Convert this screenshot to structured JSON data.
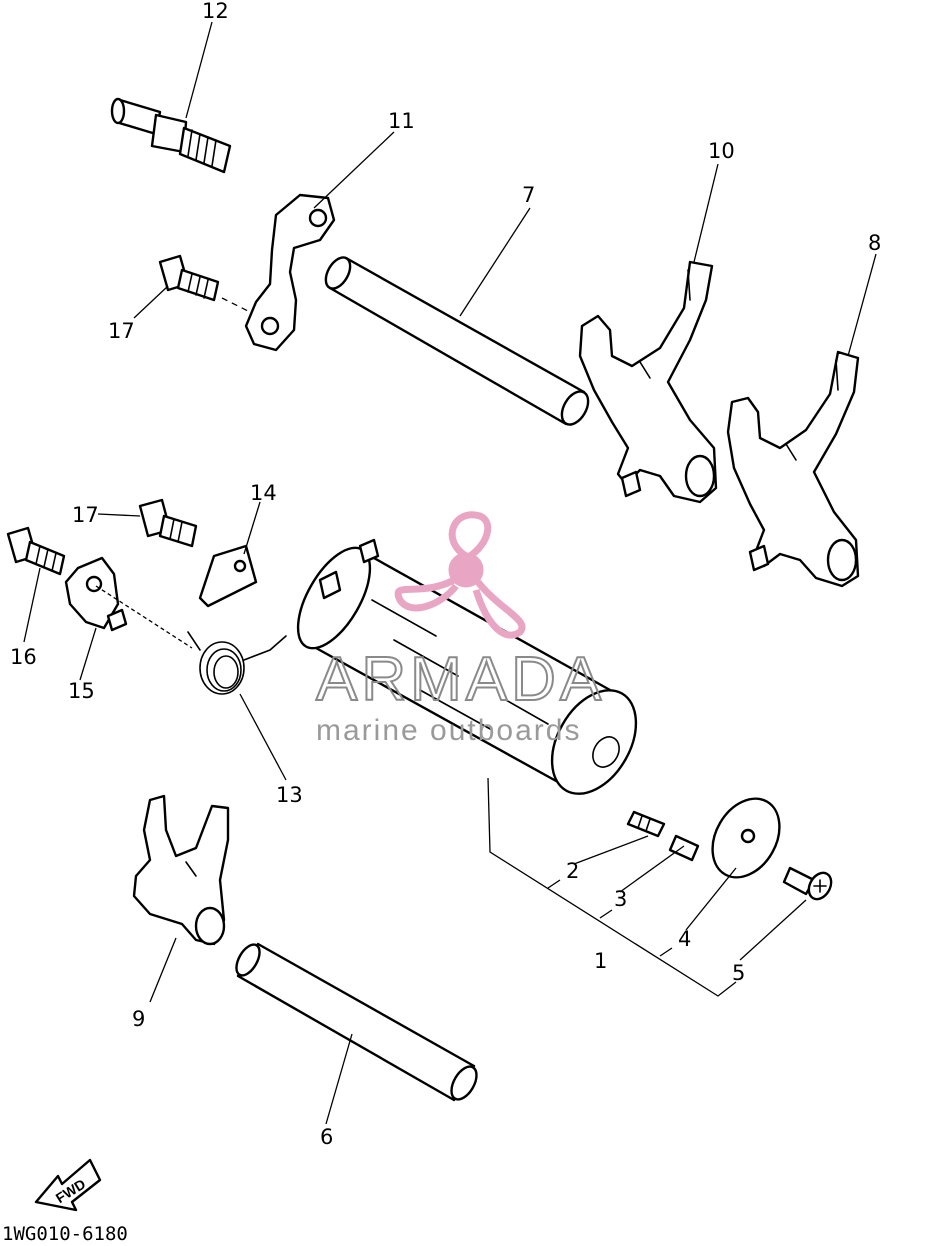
{
  "diagram": {
    "part_numbers": [
      "1",
      "2",
      "3",
      "4",
      "5",
      "6",
      "7",
      "8",
      "9",
      "10",
      "11",
      "12",
      "13",
      "14",
      "15",
      "16",
      "17",
      "17"
    ],
    "fwd_label": "FWD",
    "drawing_code": "1WG010-6180"
  },
  "watermark": {
    "brand": "ARMADA",
    "tagline": "marine outboards",
    "logo_color": "#e8a6c4",
    "text_color": "#8a8a8a"
  }
}
